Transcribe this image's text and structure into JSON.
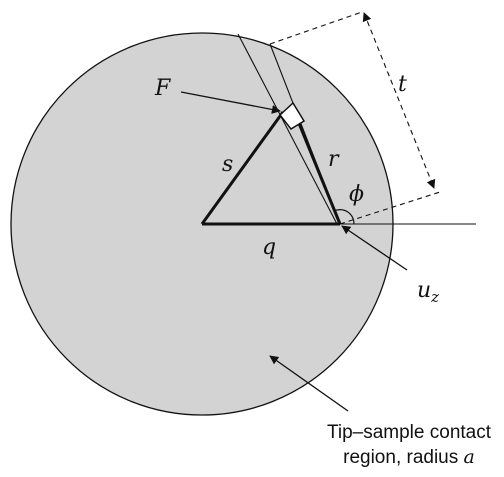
{
  "labels": {
    "F": "F",
    "t": "t",
    "s": "s",
    "r": "r",
    "phi": "ϕ",
    "q": "q",
    "u": "u",
    "u_sub": "z",
    "caption_line1": "Tip–sample contact",
    "caption_line2_prefix": "region, radius ",
    "caption_line2_var": "a"
  },
  "colors": {
    "region_fill": "#d3d3d3",
    "stroke": "#111111",
    "background": "#ffffff"
  }
}
